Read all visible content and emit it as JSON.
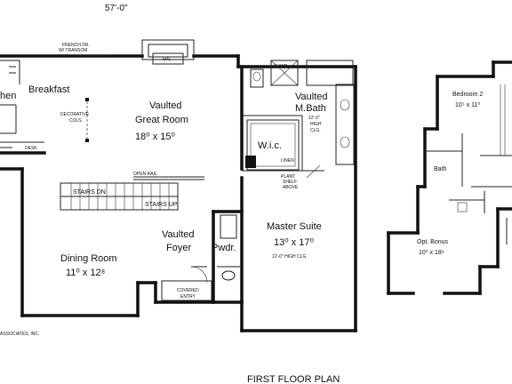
{
  "plan": {
    "title": "FIRST FLOOR PLAN",
    "overall_width": "57'-0\"",
    "credit": "ASSOCIATES, INC.",
    "rooms": {
      "kitchen": "hen",
      "breakfast": "Breakfast",
      "great_room_l1": "Vaulted",
      "great_room_l2": "Great Room",
      "great_room_dim": "18⁰ x 15⁰",
      "master_bath_l1": "Vaulted",
      "master_bath_l2": "M.Bath",
      "wic": "W.i.c.",
      "master_suite": "Master Suite",
      "master_suite_dim": "13⁰ x 17⁰",
      "master_suite_note": "12'-0\" HIGH CLG.",
      "foyer_l1": "Vaulted",
      "foyer_l2": "Foyer",
      "powder": "Pwdr.",
      "dining": "Dining Room",
      "dining_dim": "11⁰ x 12⁸",
      "bedroom2": "Bedroom 2",
      "bedroom2_dim": "10⁵ x 11⁰",
      "bath": "Bath",
      "bonus": "Opt. Bonus",
      "bonus_dim": "10⁰ x 18⁹"
    },
    "notes": {
      "french_dr": "FRENCH DR.",
      "transom": "W/ TRANSOM",
      "decorative_l1": "DECORATIVE",
      "decorative_l2": "COLS.",
      "desk": "DESK",
      "shwr": "SHWR",
      "ceiling_l1": "12'-0\"",
      "ceiling_l2": "HIGH",
      "ceiling_l3": "CLG.",
      "linen": "LINEN",
      "plant_shelf_l1": "PLANT",
      "plant_shelf_l2": "SHELF",
      "plant_shelf_l3": "ABOVE",
      "open_rail": "OPEN RAIL",
      "stairs_dn": "STAIRS DN",
      "stairs_up": "STAIRS UP",
      "covered_l1": "COVERED",
      "covered_l2": "ENTRY",
      "fpl": "FPL"
    }
  }
}
